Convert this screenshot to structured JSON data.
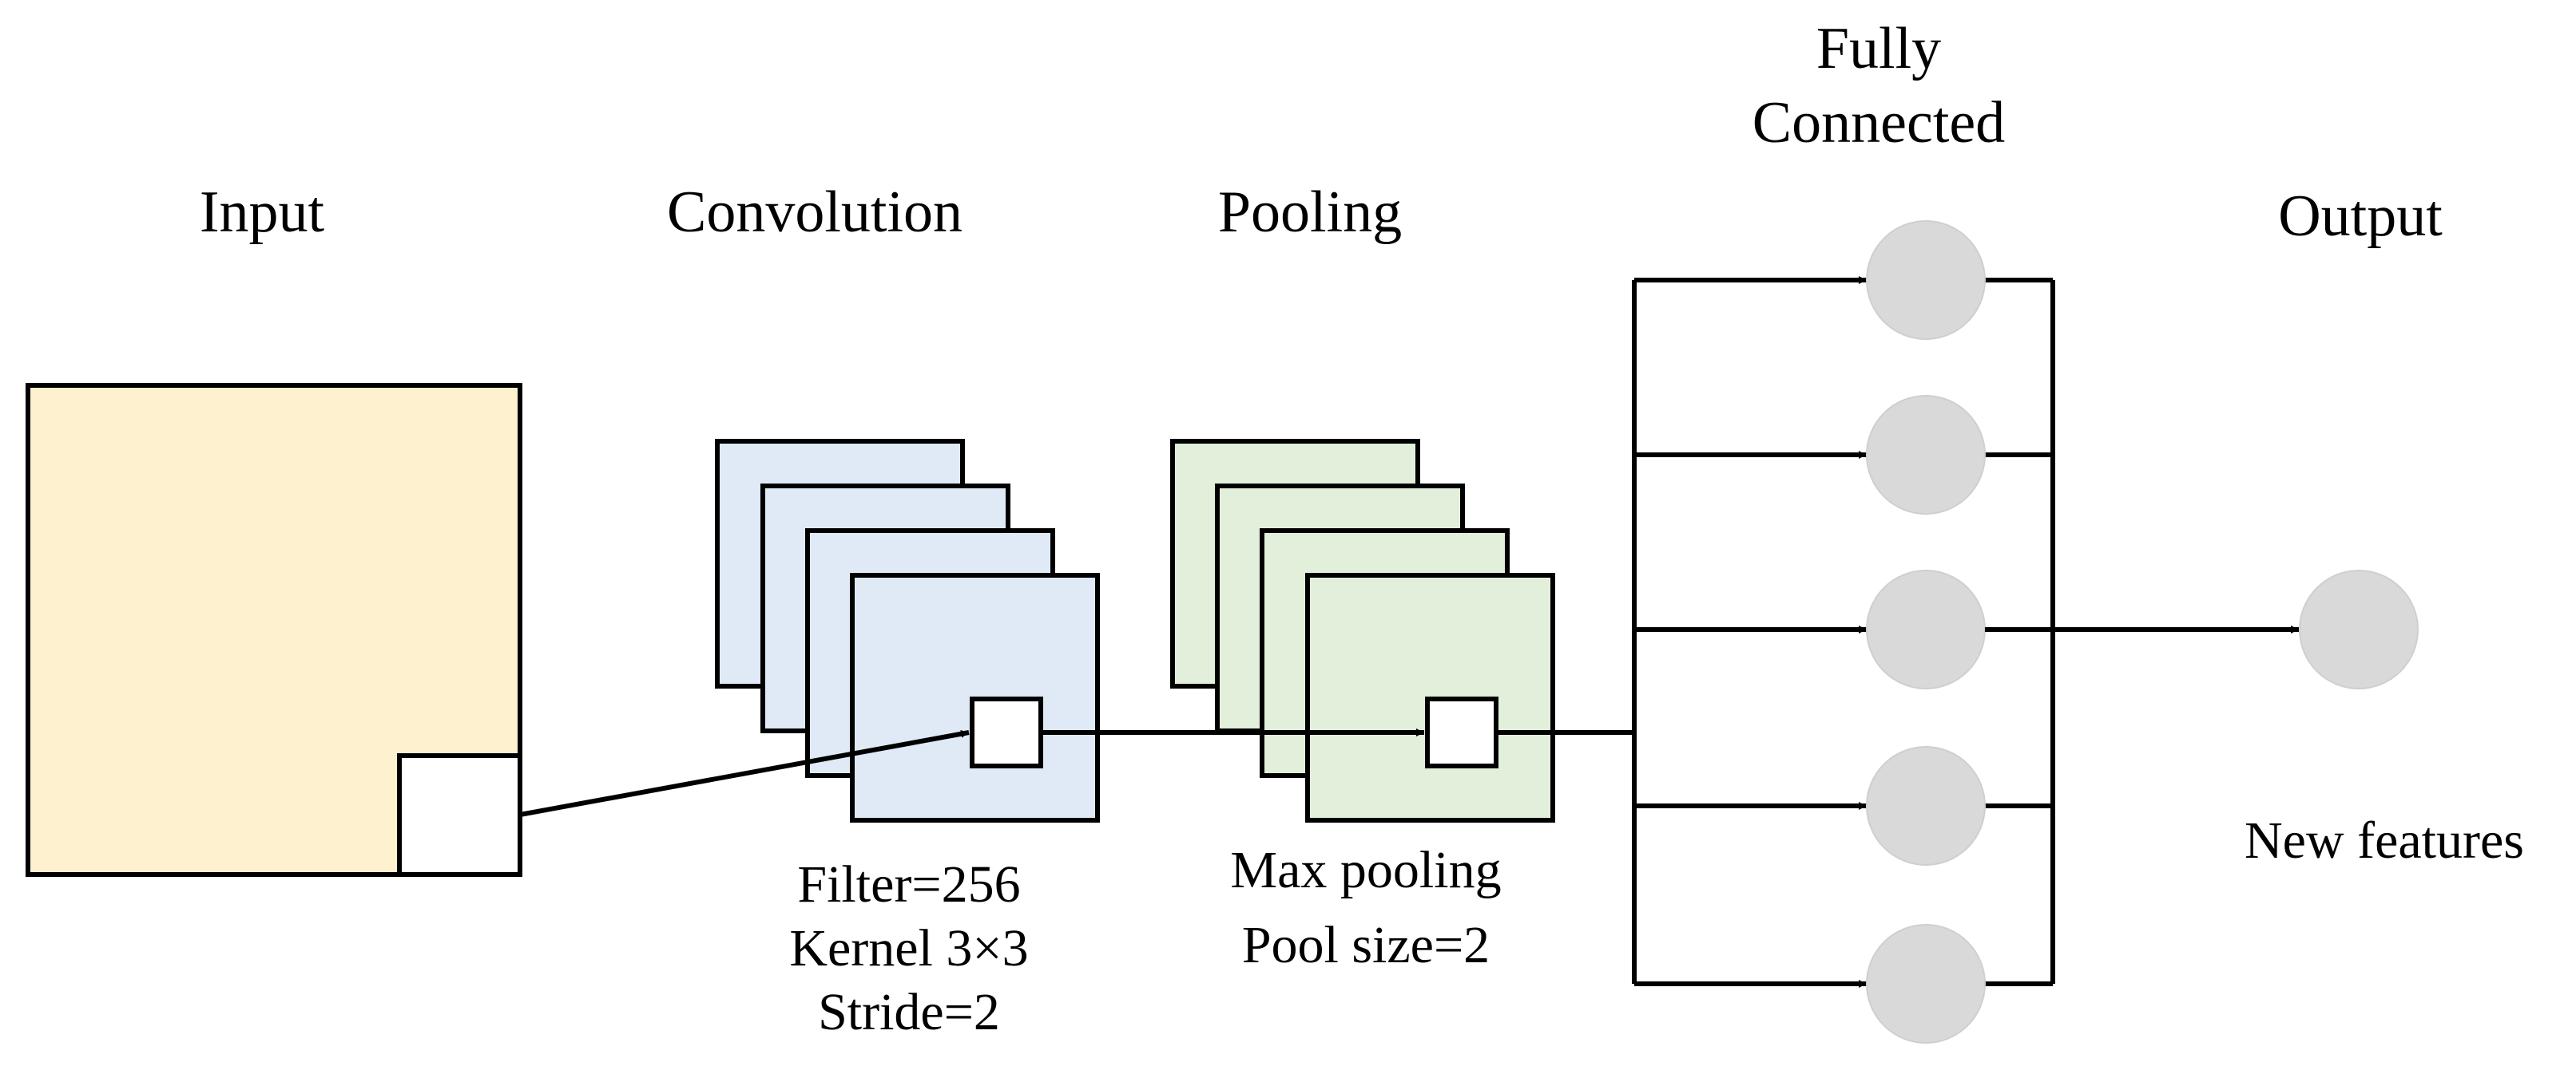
{
  "labels": {
    "input": "Input",
    "convolution": "Convolution",
    "pooling": "Pooling",
    "fully_connected_line1": "Fully",
    "fully_connected_line2": "Connected",
    "output": "Output"
  },
  "conv_params": {
    "filters": "Filter=256",
    "kernel": "Kernel 3×3",
    "stride": "Stride=2"
  },
  "pool_params": {
    "method": "Max pooling",
    "pool_size": "Pool size=2"
  },
  "output_caption": "New features",
  "colors": {
    "input_fill": "#fdf1cf",
    "conv_fill": "#dfeaf6",
    "pool_fill": "#e2efda",
    "node_fill": "#d9d9d9",
    "stroke": "#000000"
  }
}
